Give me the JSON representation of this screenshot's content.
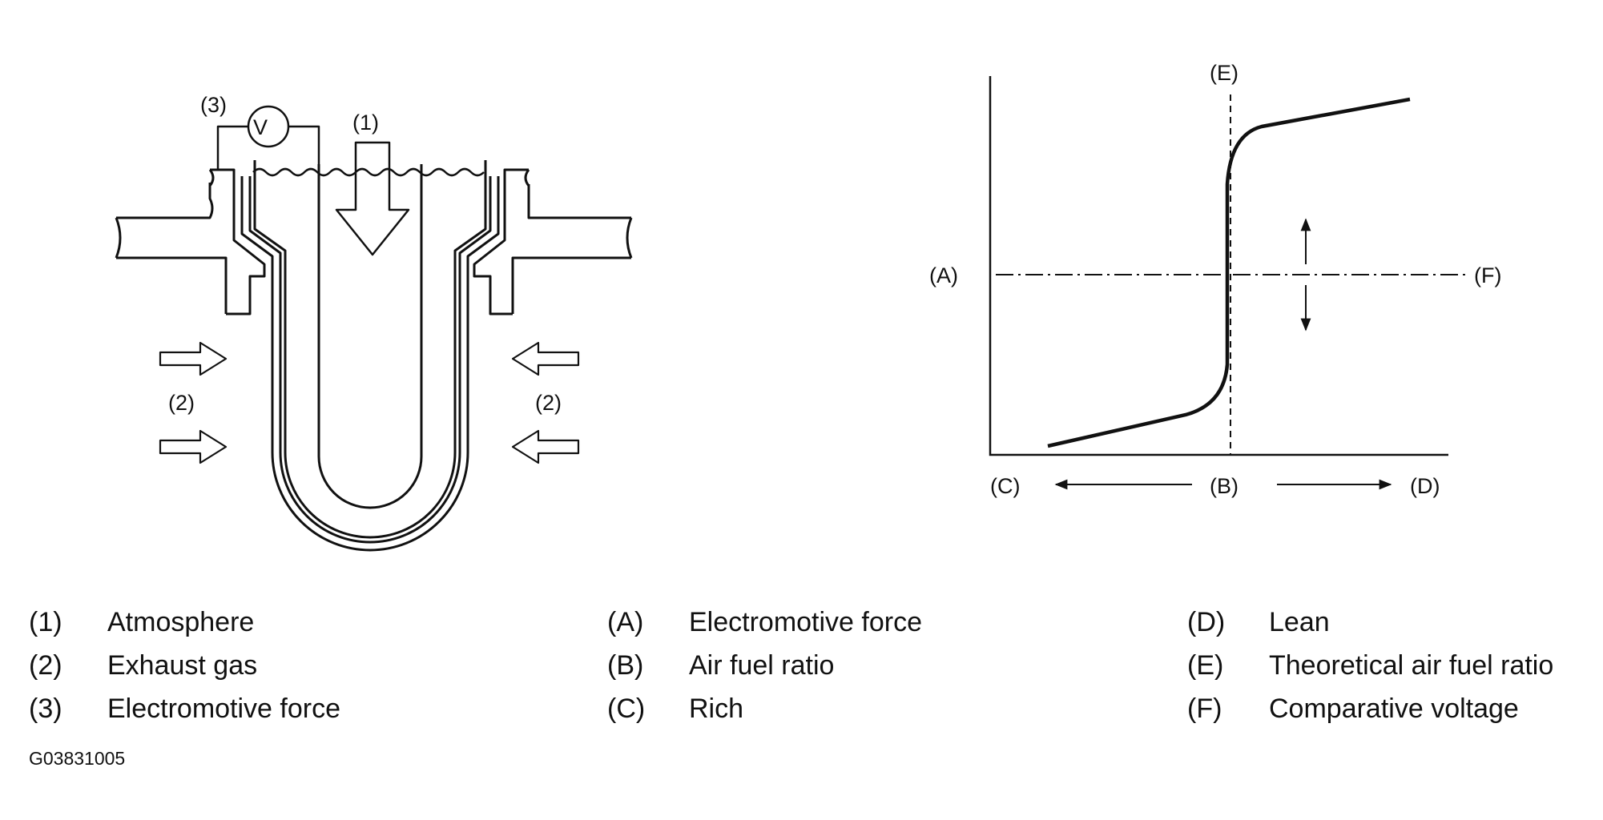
{
  "sensor": {
    "label_1": "(1)",
    "label_2_left": "(2)",
    "label_2_right": "(2)",
    "label_3": "(3)",
    "voltmeter": "V"
  },
  "graph": {
    "label_A": "(A)",
    "label_B": "(B)",
    "label_C": "(C)",
    "label_D": "(D)",
    "label_E": "(E)",
    "label_F": "(F)"
  },
  "legend": {
    "col1": [
      {
        "code": "(1)",
        "text": "Atmosphere"
      },
      {
        "code": "(2)",
        "text": "Exhaust gas"
      },
      {
        "code": "(3)",
        "text": "Electromotive force"
      }
    ],
    "col2": [
      {
        "code": "(A)",
        "text": "Electromotive force"
      },
      {
        "code": "(B)",
        "text": "Air fuel ratio"
      },
      {
        "code": "(C)",
        "text": "Rich"
      }
    ],
    "col3": [
      {
        "code": "(D)",
        "text": "Lean"
      },
      {
        "code": "(E)",
        "text": "Theoretical air fuel ratio"
      },
      {
        "code": "(F)",
        "text": "Comparative voltage"
      }
    ]
  },
  "figure_code": "G03831005"
}
